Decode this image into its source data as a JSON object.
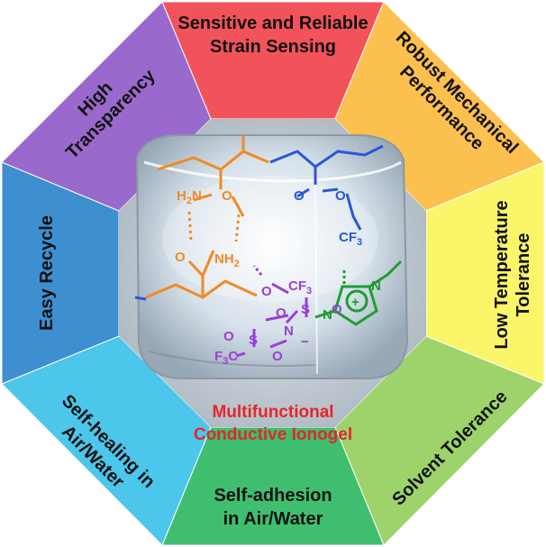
{
  "segments": [
    {
      "id": "top",
      "line1": "Sensitive and Reliable",
      "line2": "Strain Sensing",
      "color": "#f2535b"
    },
    {
      "id": "top-right",
      "line1": "Robust Mechanical",
      "line2": "Performance",
      "color": "#fcc04e"
    },
    {
      "id": "right",
      "line1": "Low Temperature",
      "line2": "Tolerance",
      "color": "#fbf56a"
    },
    {
      "id": "bottom-right",
      "line1": "Solvent Tolerance",
      "line2": "",
      "color": "#9dd36a"
    },
    {
      "id": "bottom",
      "line1": "Self-adhesion",
      "line2": "in Air/Water",
      "color": "#3fbe6f"
    },
    {
      "id": "bottom-left",
      "line1": "Self-healing in",
      "line2": "Air/Water",
      "color": "#4cc6ea"
    },
    {
      "id": "left",
      "line1": "Easy Recycle",
      "line2": "",
      "color": "#3e8fd0"
    },
    {
      "id": "top-left",
      "line1": "High",
      "line2": "Transparency",
      "color": "#9a69cc"
    }
  ],
  "center": {
    "title_line1": "Multifunctional",
    "title_line2": "Conductive Ionogel",
    "title_color": "#e5262b",
    "background": "#bcc6cf"
  },
  "chemistry": {
    "amide_top": "H",
    "amide_top_n": "N",
    "oxygen": "O",
    "nh2": "NH",
    "cf3": "CF",
    "sulfur": "S",
    "nitrogen": "N",
    "f3c": "F",
    "imidazolium_n": "N",
    "plus": "+",
    "minus": "−",
    "sub2": "2",
    "sub3": "3",
    "colors": {
      "orange": "#f08a24",
      "blue": "#2b57d6",
      "purple": "#9a3fd6",
      "green": "#1f9d2f",
      "ice": "#eef3f7"
    }
  }
}
